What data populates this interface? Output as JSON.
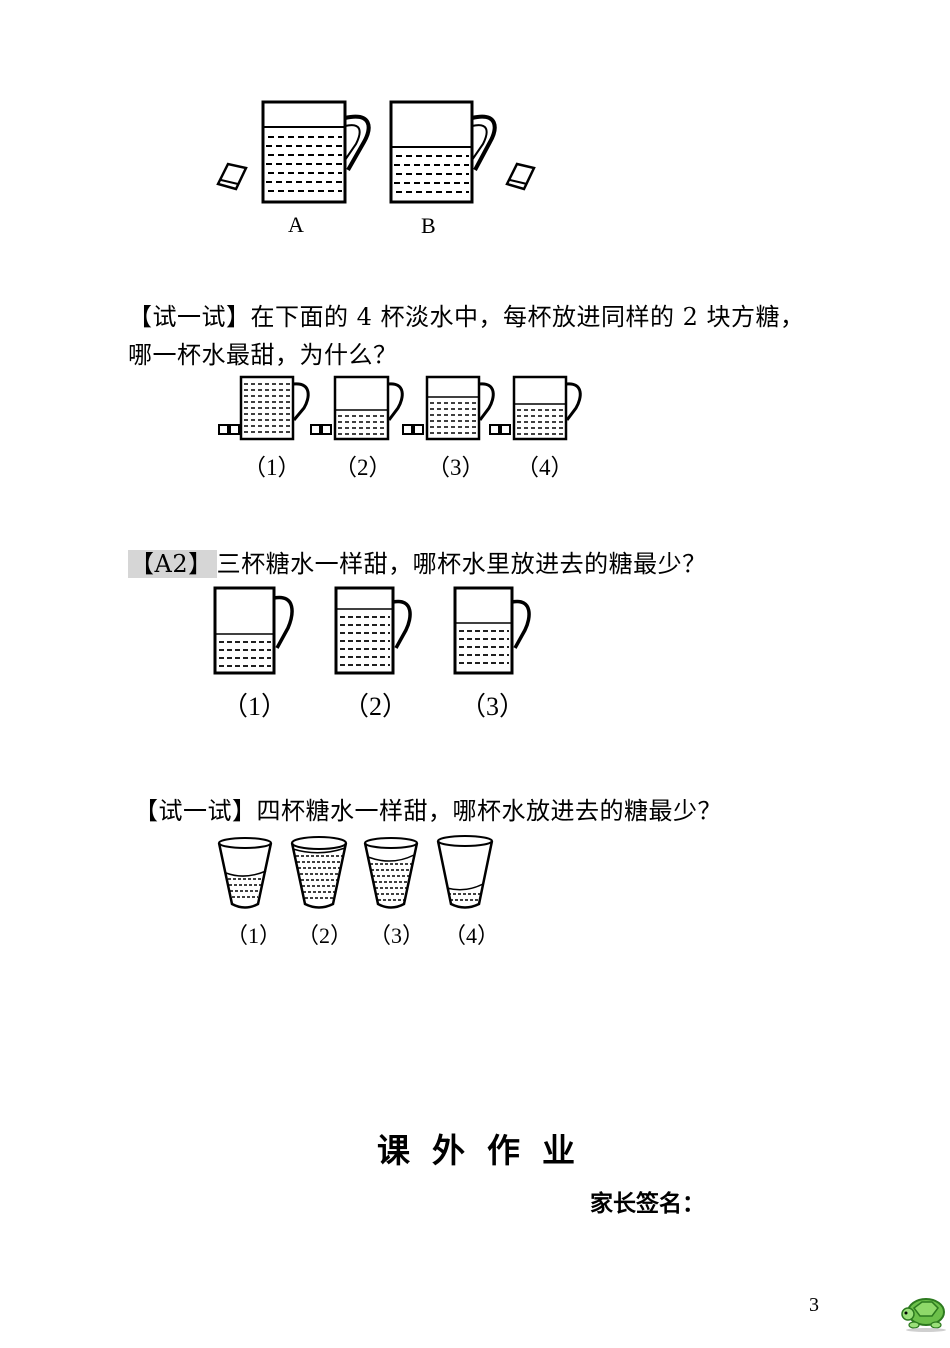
{
  "top_figure": {
    "labels": [
      "A",
      "B"
    ]
  },
  "q1": {
    "tag": "【试一试】",
    "text_line1": "在下面的 4 杯淡水中，每杯放进同样的 2 块方糖，",
    "text_line2": "哪一杯水最甜，为什么？",
    "labels": [
      "（1）",
      "（2）",
      "（3）",
      "（4）"
    ]
  },
  "q2": {
    "tag": "【A2】",
    "text": "三杯糖水一样甜，哪杯水里放进去的糖最少？",
    "labels": [
      "（1）",
      "（2）",
      "（3）"
    ]
  },
  "q3": {
    "tag": "【试一试】",
    "text": "四杯糖水一样甜，哪杯水放进去的糖最少？",
    "labels": [
      "（1）",
      "（2）",
      "（3）",
      "（4）"
    ]
  },
  "homework": {
    "title": "课外作业",
    "parent_signature": "家长签名："
  },
  "page_number": "3",
  "logo": {
    "icon": "turtle-icon",
    "color": "#6cc04a"
  }
}
